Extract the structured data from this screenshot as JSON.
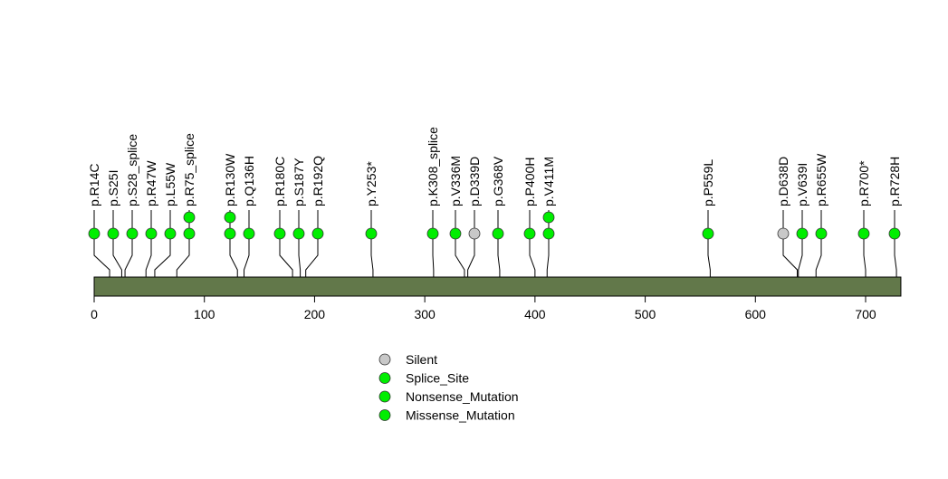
{
  "chart_data": {
    "type": "lollipop",
    "title": "",
    "xlabel": "",
    "protein_length": 732,
    "xlim": [
      0,
      732
    ],
    "x_ticks": [
      0,
      100,
      200,
      300,
      400,
      500,
      600,
      700
    ],
    "domain_color": "#62784a",
    "mutations": [
      {
        "label": "p.R14C",
        "pos": 14,
        "count": 1,
        "type": "Missense_Mutation"
      },
      {
        "label": "p.S25I",
        "pos": 25,
        "count": 1,
        "type": "Missense_Mutation"
      },
      {
        "label": "p.S28_splice",
        "pos": 28,
        "count": 1,
        "type": "Splice_Site"
      },
      {
        "label": "p.R47W",
        "pos": 47,
        "count": 1,
        "type": "Missense_Mutation"
      },
      {
        "label": "p.L55W",
        "pos": 55,
        "count": 1,
        "type": "Missense_Mutation"
      },
      {
        "label": "p.R75_splice",
        "pos": 75,
        "count": 2,
        "type": "Splice_Site"
      },
      {
        "label": "p.R130W",
        "pos": 130,
        "count": 2,
        "type": "Missense_Mutation"
      },
      {
        "label": "p.Q136H",
        "pos": 136,
        "count": 1,
        "type": "Missense_Mutation"
      },
      {
        "label": "p.R180C",
        "pos": 180,
        "count": 1,
        "type": "Missense_Mutation"
      },
      {
        "label": "p.S187Y",
        "pos": 187,
        "count": 1,
        "type": "Missense_Mutation"
      },
      {
        "label": "p.R192Q",
        "pos": 192,
        "count": 1,
        "type": "Missense_Mutation"
      },
      {
        "label": "p.Y253*",
        "pos": 253,
        "count": 1,
        "type": "Nonsense_Mutation"
      },
      {
        "label": "p.K308_splice",
        "pos": 308,
        "count": 1,
        "type": "Splice_Site"
      },
      {
        "label": "p.V336M",
        "pos": 336,
        "count": 1,
        "type": "Missense_Mutation"
      },
      {
        "label": "p.D339D",
        "pos": 339,
        "count": 1,
        "type": "Silent"
      },
      {
        "label": "p.G368V",
        "pos": 368,
        "count": 1,
        "type": "Missense_Mutation"
      },
      {
        "label": "p.P400H",
        "pos": 400,
        "count": 1,
        "type": "Missense_Mutation"
      },
      {
        "label": "p.V411M",
        "pos": 411,
        "count": 2,
        "type": "Missense_Mutation"
      },
      {
        "label": "p.P559L",
        "pos": 559,
        "count": 1,
        "type": "Missense_Mutation"
      },
      {
        "label": "p.D638D",
        "pos": 638,
        "count": 1,
        "type": "Silent"
      },
      {
        "label": "p.V639I",
        "pos": 639,
        "count": 1,
        "type": "Missense_Mutation"
      },
      {
        "label": "p.R655W",
        "pos": 655,
        "count": 1,
        "type": "Missense_Mutation"
      },
      {
        "label": "p.R700*",
        "pos": 700,
        "count": 1,
        "type": "Nonsense_Mutation"
      },
      {
        "label": "p.R728H",
        "pos": 728,
        "count": 1,
        "type": "Missense_Mutation"
      }
    ],
    "legend": [
      {
        "label": "Silent",
        "color": "#c8c8c8"
      },
      {
        "label": "Splice_Site",
        "color": "#00ee00"
      },
      {
        "label": "Nonsense_Mutation",
        "color": "#00ee00"
      },
      {
        "label": "Missense_Mutation",
        "color": "#00ee00"
      }
    ],
    "type_colors": {
      "Silent": "#c8c8c8",
      "Splice_Site": "#00ee00",
      "Nonsense_Mutation": "#00ee00",
      "Missense_Mutation": "#00ee00"
    }
  }
}
